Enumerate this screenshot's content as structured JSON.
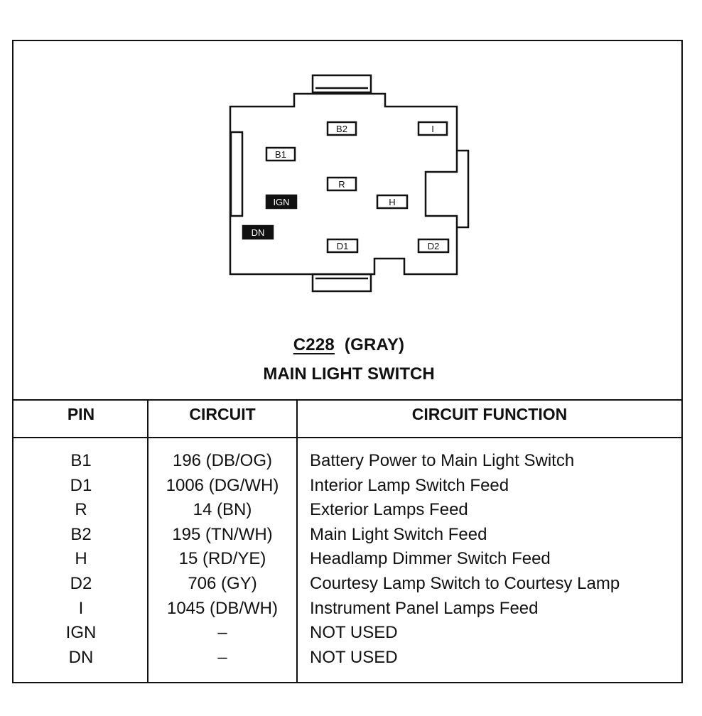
{
  "connector": {
    "pins": [
      {
        "id": "B2",
        "filled": false
      },
      {
        "id": "I",
        "filled": false
      },
      {
        "id": "B1",
        "filled": false
      },
      {
        "id": "R",
        "filled": false
      },
      {
        "id": "IGN",
        "filled": true
      },
      {
        "id": "H",
        "filled": false
      },
      {
        "id": "DN",
        "filled": true
      },
      {
        "id": "D1",
        "filled": false
      },
      {
        "id": "D2",
        "filled": false
      }
    ]
  },
  "title": {
    "code": "C228",
    "color": "(GRAY)",
    "name": "MAIN LIGHT SWITCH"
  },
  "table": {
    "headers": {
      "pin": "PIN",
      "circuit": "CIRCUIT",
      "function": "CIRCUIT FUNCTION"
    },
    "rows": [
      {
        "pin": "B1",
        "circuit": "196 (DB/OG)",
        "function": "Battery Power to Main Light Switch"
      },
      {
        "pin": "D1",
        "circuit": "1006 (DG/WH)",
        "function": "Interior Lamp Switch Feed"
      },
      {
        "pin": "R",
        "circuit": "14 (BN)",
        "function": "Exterior Lamps Feed"
      },
      {
        "pin": "B2",
        "circuit": "195 (TN/WH)",
        "function": "Main Light Switch Feed"
      },
      {
        "pin": "H",
        "circuit": "15 (RD/YE)",
        "function": "Headlamp Dimmer Switch Feed"
      },
      {
        "pin": "D2",
        "circuit": "706 (GY)",
        "function": "Courtesy Lamp Switch to Courtesy Lamp"
      },
      {
        "pin": "I",
        "circuit": "1045 (DB/WH)",
        "function": "Instrument Panel Lamps Feed"
      },
      {
        "pin": "IGN",
        "circuit": "–",
        "function": "NOT USED"
      },
      {
        "pin": "DN",
        "circuit": "–",
        "function": "NOT USED"
      }
    ]
  }
}
